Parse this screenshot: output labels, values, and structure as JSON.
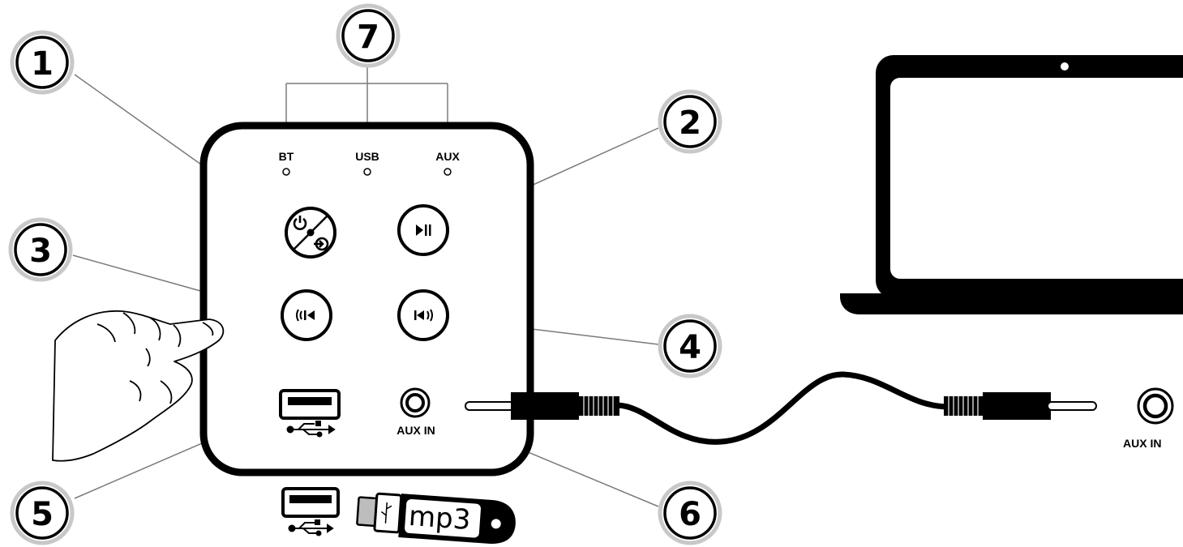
{
  "callouts": {
    "c1": "1",
    "c2": "2",
    "c3": "3",
    "c4": "4",
    "c5": "5",
    "c6": "6",
    "c7": "7"
  },
  "indicators": {
    "bt": "BT",
    "usb": "USB",
    "aux": "AUX"
  },
  "ports": {
    "aux_in_device": "AUX IN",
    "aux_in_laptop": "AUX IN"
  },
  "usb_stick": {
    "label": "mp3"
  },
  "icons": {
    "power_mode": "power-source-icon",
    "play_pause": "play-pause-icon",
    "prev": "previous-track-icon",
    "next_vol": "next-volume-icon",
    "usb": "usb-symbol-icon"
  },
  "colors": {
    "outline": "#000000",
    "callout_ring": "#c8c8c8",
    "leader_line": "#7a7a7a"
  }
}
